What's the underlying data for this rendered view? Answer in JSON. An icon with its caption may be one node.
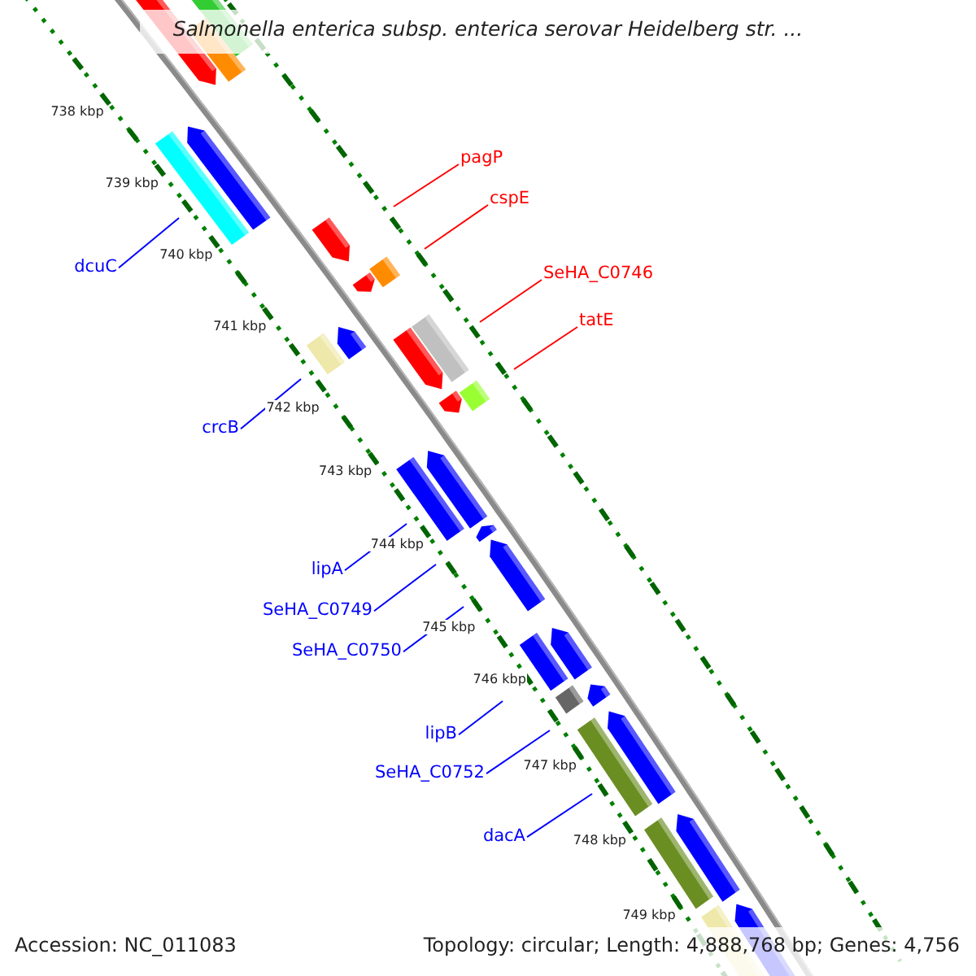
{
  "diagram": {
    "title": "Salmonella enterica subsp. enterica serovar Heidelberg str. ...",
    "nodes": [
      {
        "text": [
          "pagP"
        ]
      },
      {
        "text": [
          "cspE"
        ]
      },
      {
        "text": [
          "dcuC"
        ]
      },
      {
        "text": [
          "SeHA_C0746"
        ]
      },
      {
        "text": [
          "tatE"
        ]
      },
      {
        "text": [
          "crcB"
        ]
      },
      {
        "text": [
          "lipA"
        ]
      },
      {
        "text": [
          "SeHA_C0749"
        ]
      },
      {
        "text": [
          "SeHA_C0750"
        ]
      },
      {
        "text": [
          "lipB"
        ]
      },
      {
        "text": [
          "SeHA_C0752"
        ]
      },
      {
        "text": [
          "dacA"
        ]
      }
    ],
    "edges": [
      {
        "from": 0,
        "to": null,
        "arrow": "none",
        "color": "#ff0000"
      },
      {
        "from": 1,
        "to": null,
        "arrow": "none",
        "color": "#ff0000"
      },
      {
        "from": 2,
        "to": null,
        "arrow": "none"
      },
      {
        "from": 3,
        "to": null,
        "arrow": "none",
        "color": "#ff0000"
      },
      {
        "from": 4,
        "to": null,
        "arrow": "none",
        "color": "#ff0000"
      },
      {
        "from": 5,
        "to": null,
        "arrow": "none"
      },
      {
        "from": 6,
        "to": null,
        "arrow": "none"
      },
      {
        "from": 7,
        "to": null,
        "arrow": "none"
      },
      {
        "from": 8,
        "to": null,
        "arrow": "none"
      },
      {
        "from": 9,
        "to": null,
        "arrow": "none"
      },
      {
        "from": 10,
        "to": null,
        "arrow": "none"
      },
      {
        "from": 11,
        "to": null,
        "arrow": "none"
      }
    ],
    "labels": [
      "738 kbp",
      "739 kbp",
      "740 kbp",
      "741 kbp",
      "742 kbp",
      "743 kbp",
      "744 kbp",
      "745 kbp",
      "746 kbp",
      "747 kbp",
      "748 kbp",
      "749 kbp",
      "Accession: NC_011083",
      "Topology: circular; Length: 4,888,768 bp; Genes: 4,756"
    ]
  }
}
